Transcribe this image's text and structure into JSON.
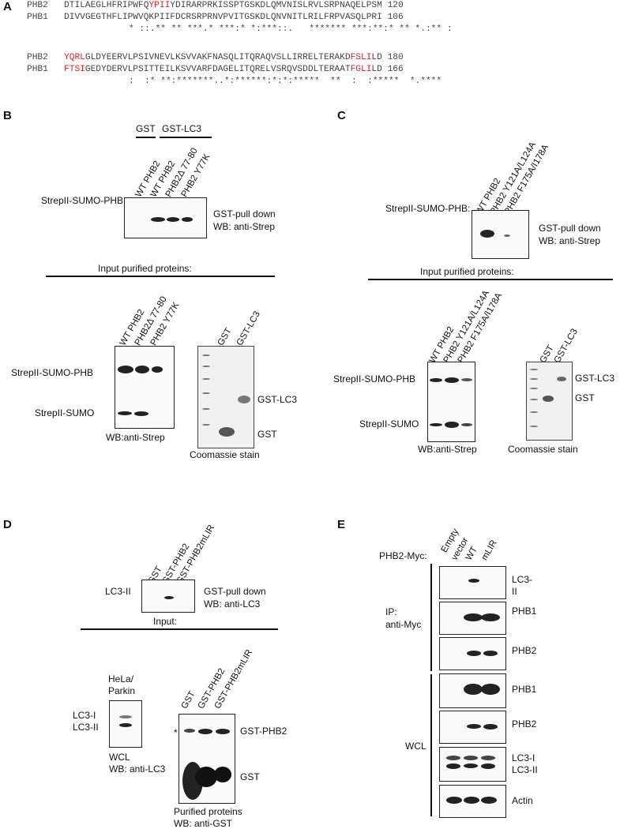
{
  "panelA": {
    "letter": "A",
    "block1": {
      "row1": {
        "name": "PHB2",
        "pre": "DTILAEGLHFRIPWFQ",
        "motif": "YPII",
        "post": "YDIRARPRKISSPTGSKDLQMVNISLRVLSRPNAQELPSM",
        "num": "120"
      },
      "row2": {
        "name": "PHB1",
        "seq": "DIVVGEGTHFLIPWVQKPIIFDCRSRPRNVPVITGSKDLQNVNITLRILFRPVASQLPRI",
        "num": "106"
      },
      "cons": "* ::.** ** ***.* ***:* *:***::.   ******* ***:**:* ** *.:** :"
    },
    "block2": {
      "row1": {
        "name": "PHB2",
        "motif1": "YQRL",
        "mid": "GLDYEERVLPSIVNEVLKSVVAKFNASQLITQRAQVSLLIRRELTERAKD",
        "motif2": "FSLI",
        "post": "LD",
        "num": "180"
      },
      "row2": {
        "name": "PHB1",
        "motif1": "FTSI",
        "mid": "GEDYDERVLPSITTEILKSVVARFDAGELITQRELVSRQVSDDLTERAAT",
        "motif2": "FGLI",
        "post": "LD",
        "num": "166"
      },
      "cons": ":  :* **:*******..*:******:*:*:*****  **  :  :*****  *.****"
    }
  },
  "panelB": {
    "letter": "B",
    "group_gst": "GST",
    "group_gstlc3": "GST-LC3",
    "lanes": [
      "WT PHB2",
      "WT PHB2",
      "PHB2Δ 77-80",
      "PHB2 Y77K"
    ],
    "row_label": "StrepII-SUMO-PHB:",
    "blot_caption1": "GST-pull down",
    "blot_caption2": "WB: anti-Strep",
    "input_header": "Input purified proteins:",
    "input_lanes": [
      "WT PHB2",
      "PHB2Δ 77-80",
      "PHB2 Y77K"
    ],
    "label_phb": "StrepII-SUMO-PHB",
    "label_sumo": "StrepII-SUMO",
    "wb_caption": "WB:anti-Strep",
    "coom_lanes": [
      "GST",
      "GST-LC3"
    ],
    "coom_gstlc3": "GST-LC3",
    "coom_gst": "GST",
    "coom_caption": "Coomassie stain"
  },
  "panelC": {
    "letter": "C",
    "lanes": [
      "WT PHB2",
      "PHB2 Y121A/L124A",
      "PHB2 F175A/I178A"
    ],
    "row_label": "StrepII-SUMO-PHB:",
    "blot_caption1": "GST-pull down",
    "blot_caption2": "WB: anti-Strep",
    "input_header": "Input purified proteins:",
    "input_lanes": [
      "WT PHB2",
      "PHB2 Y121A/L124A",
      "PHB2 F175A/I178A"
    ],
    "label_phb": "StrepII-SUMO-PHB",
    "label_sumo": "StrepII-SUMO",
    "wb_caption": "WB:anti-Strep",
    "coom_lanes": [
      "GST",
      "GST-LC3"
    ],
    "coom_gstlc3": "GST-LC3",
    "coom_gst": "GST",
    "coom_caption": "Coomassie stain"
  },
  "panelD": {
    "letter": "D",
    "lanes": [
      "GST",
      "GST-PHB2",
      "GST-PHB2mLIR"
    ],
    "row_label": "LC3-II",
    "blot_caption1": "GST-pull down",
    "blot_caption2": "WB: anti-LC3",
    "input_header": "Input:",
    "hela1": "HeLa/",
    "hela2": "Parkin",
    "lc3i": "LC3-I",
    "lc3ii": "LC3-II",
    "wcl": "WCL",
    "wcl_wb": "WB: anti-LC3",
    "purified_lanes": [
      "GST",
      "GST-PHB2",
      "GST-PHB2mLIR"
    ],
    "star": "*",
    "gstphb2": "GST-PHB2",
    "gst": "GST",
    "purified_cap1": "Purified proteins",
    "purified_cap2": "WB: anti-GST"
  },
  "panelE": {
    "letter": "E",
    "lanes": [
      "Empty vector",
      "WT",
      "mLIR"
    ],
    "lane1a": "Empty",
    "lane1b": "vector",
    "row_label": "PHB2-Myc:",
    "ip1": "IP:",
    "ip2": "anti-Myc",
    "wcl": "WCL",
    "ip_rows": [
      "LC3-",
      "II",
      "PHB1",
      "PHB2"
    ],
    "wcl_rows": [
      "PHB1",
      "PHB2",
      "LC3-I",
      "LC3-II",
      "Actin"
    ]
  }
}
